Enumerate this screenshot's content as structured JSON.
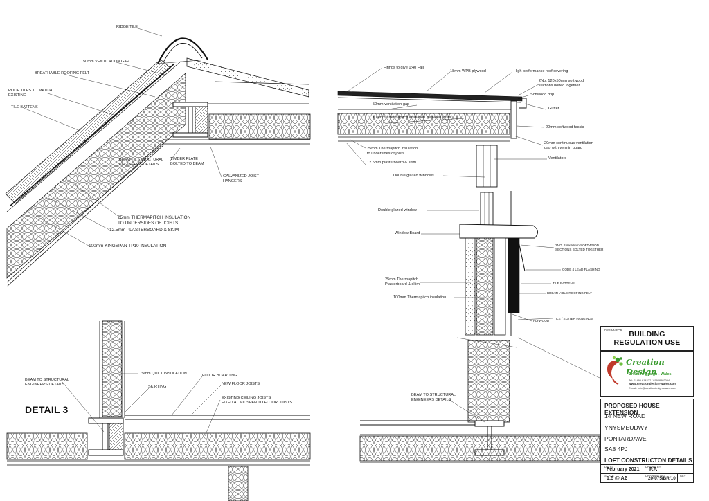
{
  "drawing": {
    "detail_title": "DETAIL 3",
    "labels": {
      "ridge_tile": "RIDGE TILE",
      "vent_gap": "50mm VENTILATION GAP",
      "roof_felt": "BREATHABLE ROOFING FELT",
      "roof_tiles": "ROOF TILES TO MATCH\nEXISTING",
      "tile_battens": "TILE BATTENS",
      "beam_structural_1": "BEAM TO STRUCTURAL\nENGINEERS DETAILS",
      "timber_plate": "TIMBER PLATE\nBOLTED TO BEAM",
      "galv_hangers": "GALVANIZED JOIST\nHANGERS",
      "thermapitch_25": "25mm THERMAPITCH INSULATION\nTO UNDERSIDES OF JOISTS",
      "plasterboard_12": "12.5mm PLASTERBOARD & SKIM",
      "kingspan_100": "100mm KINGSPAN TP10 INSULATION",
      "firings": "Firings to give 1:40 Fall",
      "wbp_plywood": "18mm WPB plywood",
      "hp_roof": "High performance roof covering",
      "softwood_sections": "2No. 120x50mm softwood\nsections bolted together",
      "softwood_drip": "Softwood drip",
      "vent_gap_50": "50mm ventilation gap",
      "gutter": "Gutter",
      "thermapitch_100_joists": "100mm Thermapitch insulation between joists",
      "fascia": "20mm softwood fascia",
      "thermapitch_25_b": "25mm Thermapitch insulation\nto undersides of joists",
      "plasterboard_b": "12.5mm plasterboard & skim",
      "continuous_vent": "20mm continuous ventilation\ngap with vermin guard",
      "ventilators": "Ventilators",
      "dg_windows": "Double glazed windows",
      "dg_window": "Double glazed window",
      "window_board": "Window Board",
      "softwood_sections_2": "2NO. 150x50mm SOFTWOOD\nSECTIONS BOLTED TOGETHER",
      "code4_lead": "CODE 4 LEAD FLASHING",
      "tile_battens_2": "TILE BATTENS",
      "thermapitch_pb": "25mm Thermapitch\nPlasterboard & skim",
      "roof_felt_2": "BREATHABLE ROOFING FELT",
      "thermapitch_100": "100mm Thermapitch insulation",
      "plywood": "PLYWOOD",
      "tile_slater": "TILE / SLATER HANGINGS",
      "quilt_insulation": "75mm QUILT INSULATION",
      "floor_boarding": "FLOOR BOARDING",
      "skirting": "SKIRTING",
      "new_floor_joists": "NEW FLOOR JOISTS",
      "beam_structural_2": "BEAM TO STRUCTURAL\nENGINEERS DETAILS",
      "existing_joists": "EXISTING CEILING JOISTS\nFIXED AT MIDSPAN TO FLOOR JOISTS",
      "beam_structural_3": "BEAM TO STRUCTURAL\nENGINEERS DETAILS"
    }
  },
  "title_block": {
    "status_label": "DRAWN FOR",
    "status": "BUILDING\nREGULATION USE",
    "company_name": "Creation Design",
    "company_sub": "Creation Design - Wales",
    "company_tel": "Tel: 01495 614277 / 07928992094",
    "company_web": "www.creationdesign-wales.com",
    "company_email": "E-mail: info@creationdesign-wales.com",
    "project_title": "PROPOSED HOUSE EXTENSION",
    "address": [
      "14 NEW ROAD",
      "YNYSMEUDWY",
      "PONTARDAWE",
      "SA8 4PJ"
    ],
    "drawing_title": "LOFT CONSTRUCTON DETAILS",
    "date_label": "DATE",
    "date": "February 2021",
    "drawn_by_label": "DRAWN BY",
    "drawn_by": "P.P.",
    "scale_label": "SCALE",
    "scale": "1:5 @ A2",
    "drawing_no_label": "DRAWING NO",
    "drawing_no": "20-075/BR/10",
    "rev_label": "REV"
  },
  "colors": {
    "line": "#111111",
    "logo_green": "#3a9b2f",
    "logo_red": "#c0392b"
  }
}
